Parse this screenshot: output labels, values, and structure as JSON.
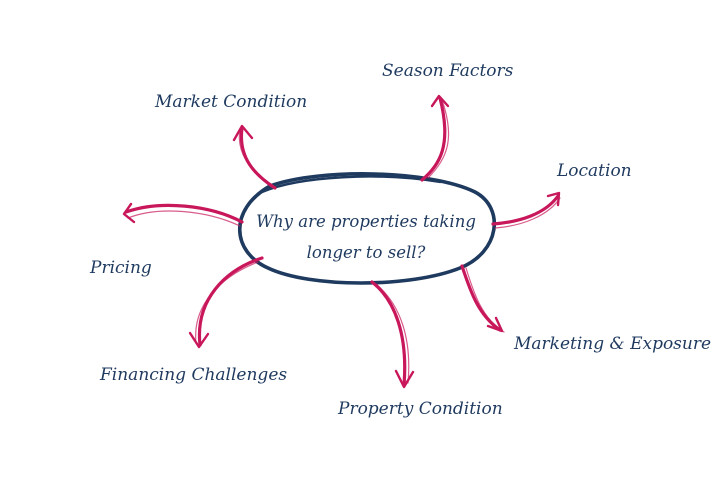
{
  "colors": {
    "arrow": "#c8175a",
    "text": "#1f3a5f",
    "background": "#ffffff"
  },
  "center": {
    "line1": "Why are properties taking",
    "line2": "longer to sell?"
  },
  "branches": {
    "market_condition": "Market Condition",
    "season_factors": "Season Factors",
    "location": "Location",
    "pricing": "Pricing",
    "marketing_exposure": "Marketing & Exposure",
    "financing_challenges": "Financing Challenges",
    "property_condition": "Property Condition"
  }
}
